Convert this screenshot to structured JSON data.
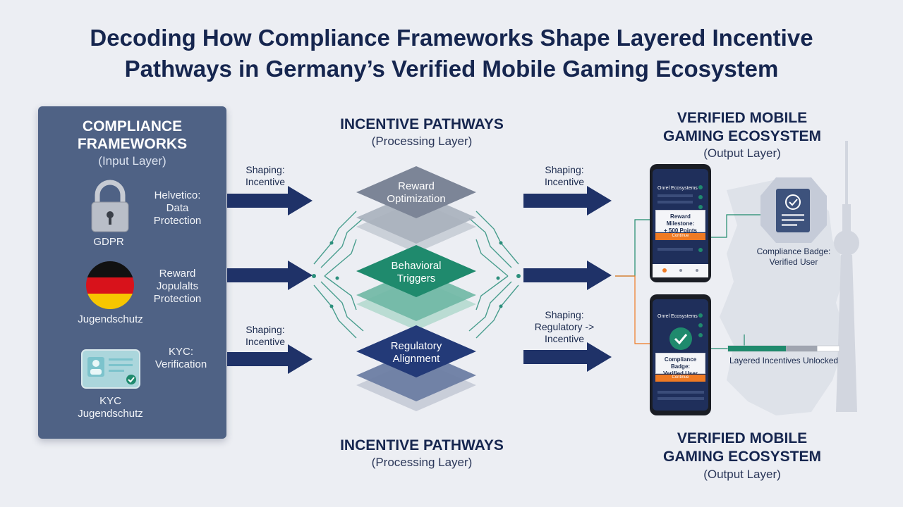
{
  "title": {
    "line1": "Decoding How Compliance Frameworks Shape Layered Incentive",
    "line2": "Pathways in Germany’s Verified Mobile Gaming Ecosystem"
  },
  "input_panel": {
    "title_line1": "COMPLIANCE",
    "title_line2": "FRAMEWORKS",
    "subtitle": "(Input Layer)",
    "items": [
      {
        "icon": "padlock-icon",
        "label": "GDPR",
        "desc_line1": "Helvetico:",
        "desc_line2": "Data",
        "desc_line3": "Protection"
      },
      {
        "icon": "germany-flag-icon",
        "label": "Jugendschutz",
        "desc_line1": "Reward",
        "desc_line2": "Jopulalts",
        "desc_line3": "Protection"
      },
      {
        "icon": "id-card-icon",
        "label_line1": "KYC",
        "label_line2": "Jugendschutz",
        "desc_line1": "KYC:",
        "desc_line2": "Verification"
      }
    ]
  },
  "arrows_left": [
    {
      "line1": "Shaping:",
      "line2": "Incentive"
    },
    {
      "line1": "Shaping:",
      "line2": "Incentive"
    }
  ],
  "arrows_right": [
    {
      "line1": "Shaping:",
      "line2": "Incentive"
    },
    {
      "line1": "Shaping:",
      "line2": "Regulatory ->",
      "line3": "Incentive"
    }
  ],
  "processing": {
    "heading": "INCENTIVE PATHWAYS",
    "subtitle": "(Processing Layer)",
    "heading_bottom": "INCENTIVE PATHWAYS",
    "subtitle_bottom": "(Processing Layer)",
    "layers": [
      {
        "line1": "Reward",
        "line2": "Optimization",
        "color": "#7c8597"
      },
      {
        "line1": "Behavioral",
        "line2": "Triggers",
        "color": "#1f8a6d"
      },
      {
        "line1": "Regulatory",
        "line2": "Alignment",
        "color": "#233a78"
      }
    ]
  },
  "output": {
    "heading_line1": "VERIFIED MOBILE",
    "heading_line2": "GAMING ECOSYSTEM",
    "subtitle": "(Output Layer)",
    "heading_bottom_line1": "VERIFIED MOBILE",
    "heading_bottom_line2": "GAMING ECOSYSTEM",
    "subtitle_bottom": "(Output Layer)",
    "phone1": {
      "header": "Onrel Ecosystems",
      "card_line1": "Reward Milestone:",
      "card_line2": "+ 500 Points",
      "button": "Continue"
    },
    "phone2": {
      "header": "Onrel Ecosystems",
      "card_line1": "Compliance Badge:",
      "card_line2": "Verified User",
      "button": "Continue"
    },
    "badge_label_line1": "Compliance Badge:",
    "badge_label_line2": "Verified User",
    "progress_label": "Layered Incentives Unlocked",
    "progress_fraction": 0.52
  },
  "colors": {
    "navy": "#1f3268",
    "green": "#1f8a6d",
    "orange": "#ef7a23",
    "panel": "#4f6285"
  }
}
